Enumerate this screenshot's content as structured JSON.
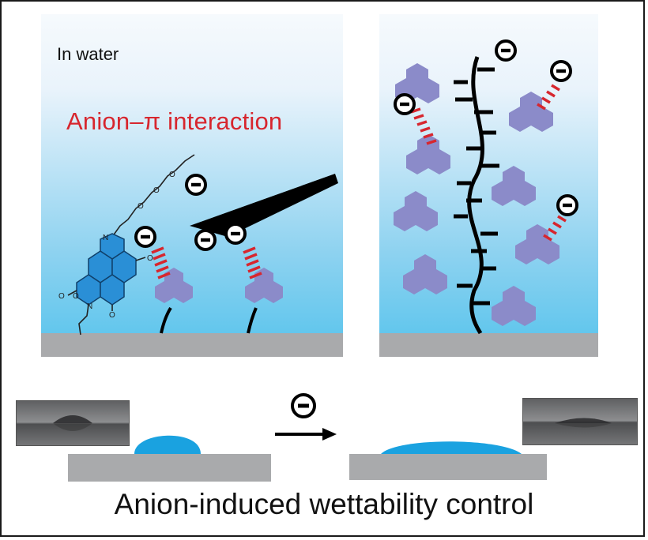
{
  "left_panel": {
    "medium_label": "In water",
    "interaction_label": "Anion–π interaction"
  },
  "caption": "Anion-induced wettability control",
  "colors": {
    "accent_red": "#d7262e",
    "naphthalenediimide_blue": "#2a8fd6",
    "pi_unit_purple": "#8b8bc9",
    "water_droplet": "#1aa2e0",
    "substrate_gray": "#a9aaac"
  },
  "icons": {
    "anion": "minus-circle-icon",
    "reaction_arrow": "right-arrow-icon"
  }
}
